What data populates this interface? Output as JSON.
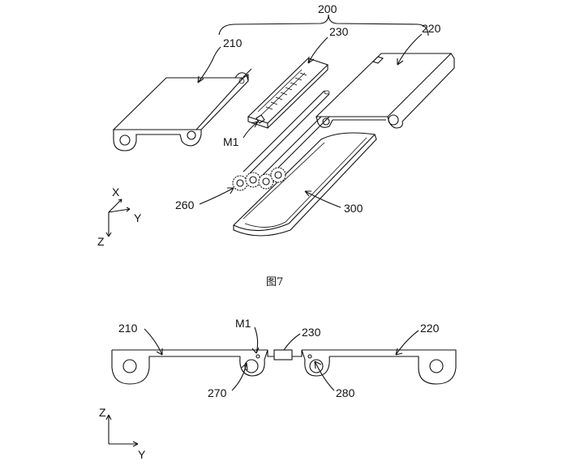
{
  "figure_top": {
    "caption": "图7",
    "labels": {
      "assembly": "200",
      "plate_left": "210",
      "hinge_part": "230",
      "plate_right": "220",
      "magnet": "M1",
      "gear_set": "260",
      "housing": "300"
    },
    "axes": {
      "x": "X",
      "y": "Y",
      "z": "Z"
    }
  },
  "figure_bottom": {
    "labels": {
      "plate_left": "210",
      "magnet": "M1",
      "hinge_part": "230",
      "plate_right": "220",
      "pivot_left": "270",
      "pivot_right": "280"
    },
    "axes": {
      "z": "Z",
      "y": "Y"
    }
  }
}
